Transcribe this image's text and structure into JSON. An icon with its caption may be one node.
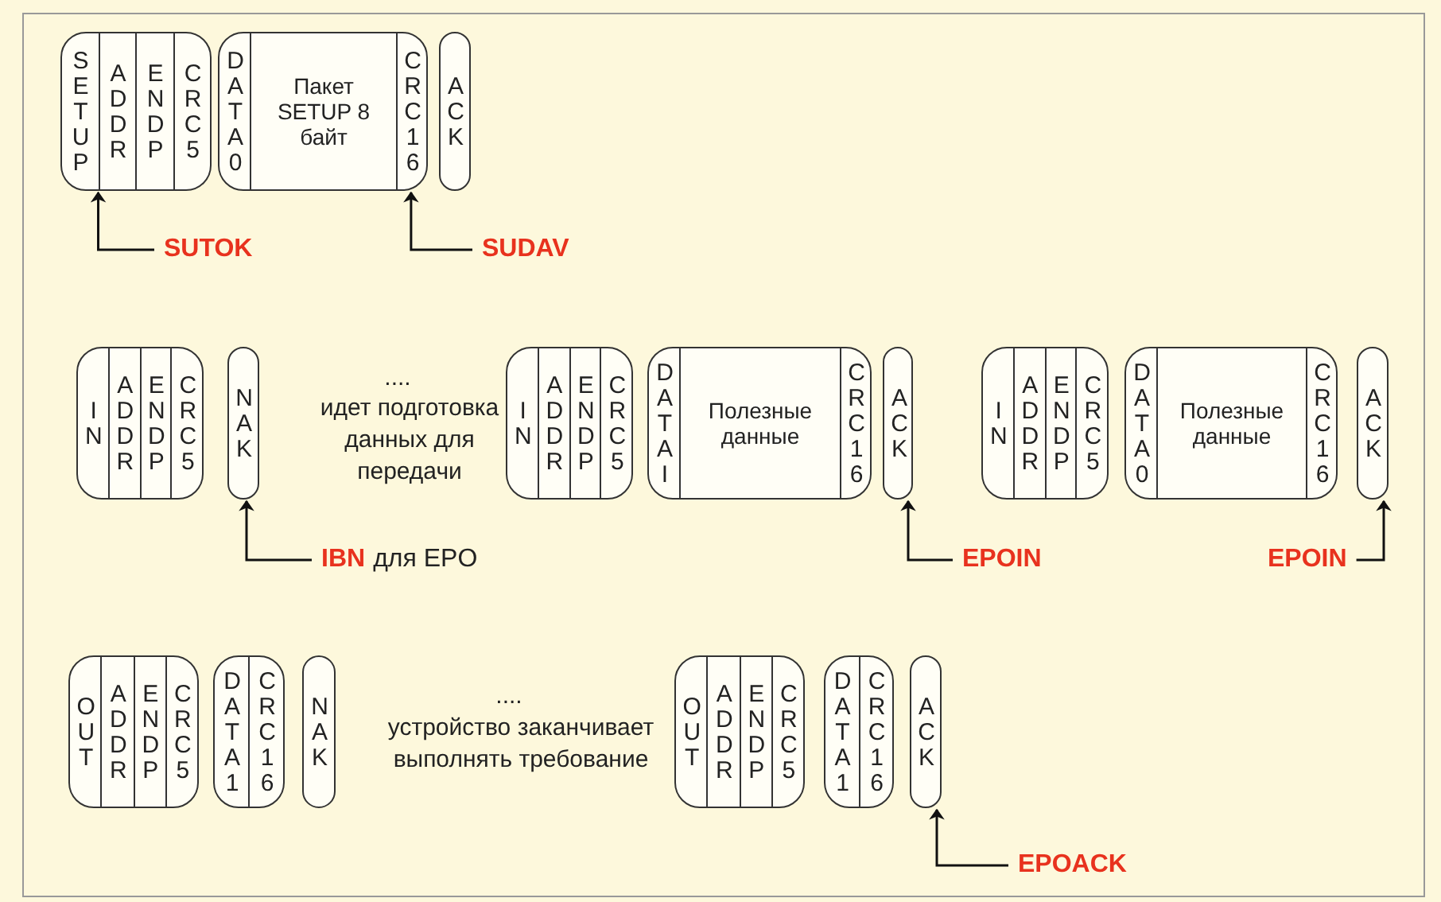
{
  "diagram": {
    "nodes": [
      {
        "text": [
          "SETUP",
          "ADDR",
          "ENDP",
          "CRC5"
        ]
      },
      {
        "text": [
          "DATA0",
          "Пакет SETUP 8 байт",
          "CRC16"
        ]
      },
      {
        "text": [
          "ACK"
        ]
      },
      {
        "text": [
          "SUTOK"
        ]
      },
      {
        "text": [
          "SUDAV"
        ]
      },
      {
        "text": [
          "IN",
          "ADDR",
          "ENDP",
          "CRC5"
        ]
      },
      {
        "text": [
          "NAK"
        ]
      },
      {
        "text": [
          "IN",
          "ADDR",
          "ENDP",
          "CRC5"
        ]
      },
      {
        "text": [
          "DATAI",
          "Полезные данные",
          "CRC16"
        ]
      },
      {
        "text": [
          "ACK"
        ]
      },
      {
        "text": [
          "IN",
          "ADDR",
          "ENDP",
          "CRC5"
        ]
      },
      {
        "text": [
          "DATA0",
          "Полезные данные",
          "CRC16"
        ]
      },
      {
        "text": [
          "ACK"
        ]
      },
      {
        "text": [
          "IBN",
          "для EPO"
        ]
      },
      {
        "text": [
          "EPOIN"
        ]
      },
      {
        "text": [
          "EPOIN"
        ]
      },
      {
        "text": [
          "OUT",
          "ADDR",
          "ENDP",
          "CRC5"
        ]
      },
      {
        "text": [
          "DATA1",
          "CRC16"
        ]
      },
      {
        "text": [
          "NAK"
        ]
      },
      {
        "text": [
          "OUT",
          "ADDR",
          "ENDP",
          "CRC5"
        ]
      },
      {
        "text": [
          "DATA1",
          "CRC16"
        ]
      },
      {
        "text": [
          "ACK"
        ]
      },
      {
        "text": [
          "EPOACK"
        ]
      }
    ],
    "edges": [
      {
        "from": 3,
        "to": 0,
        "arrow": "to"
      },
      {
        "from": 4,
        "to": 1,
        "arrow": "to"
      },
      {
        "from": 13,
        "to": 6,
        "arrow": "to"
      },
      {
        "from": 14,
        "to": 9,
        "arrow": "to"
      },
      {
        "from": 15,
        "to": 12,
        "arrow": "to"
      },
      {
        "from": 22,
        "to": 21,
        "arrow": "to"
      }
    ],
    "labels": [
      "....",
      "идет подготовка данных для передачи",
      "....",
      "устройство заканчивает выполнять требование"
    ]
  }
}
